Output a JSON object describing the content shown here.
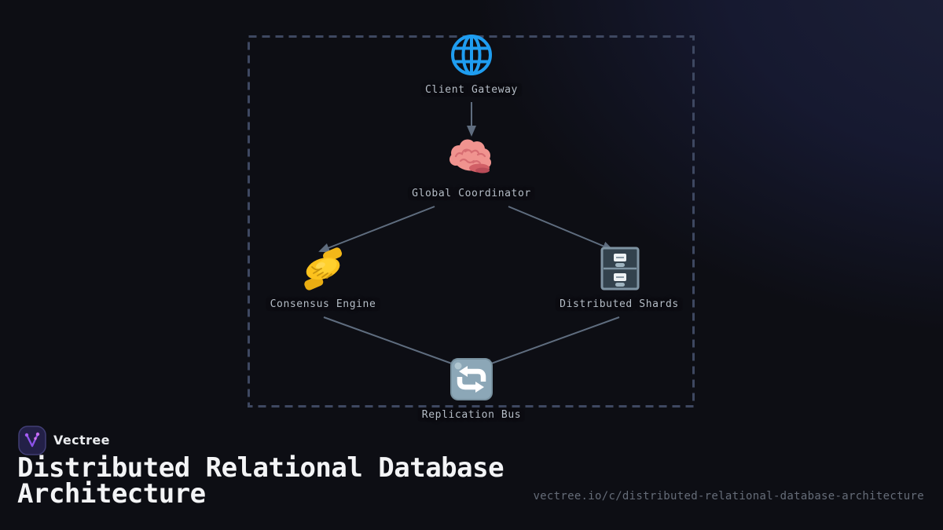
{
  "brand": {
    "name": "Vectree"
  },
  "header": {
    "title": "Distributed Relational Database Architecture",
    "url": "vectree.io/c/distributed-relational-database-architecture"
  },
  "diagram": {
    "nodes": [
      {
        "id": "client-gateway",
        "label": "Client Gateway",
        "icon": "globe-icon"
      },
      {
        "id": "global-coordinator",
        "label": "Global Coordinator",
        "icon": "brain-icon"
      },
      {
        "id": "consensus-engine",
        "label": "Consensus Engine",
        "icon": "handshake-icon"
      },
      {
        "id": "distributed-shards",
        "label": "Distributed Shards",
        "icon": "file-cabinet-icon"
      },
      {
        "id": "replication-bus",
        "label": "Replication Bus",
        "icon": "counterclockwise-arrows-icon"
      }
    ],
    "edges": [
      {
        "from": "client-gateway",
        "to": "global-coordinator"
      },
      {
        "from": "global-coordinator",
        "to": "consensus-engine"
      },
      {
        "from": "global-coordinator",
        "to": "distributed-shards"
      },
      {
        "from": "consensus-engine",
        "to": "replication-bus"
      },
      {
        "from": "distributed-shards",
        "to": "replication-bus"
      }
    ]
  },
  "colors": {
    "background": "#0d0e14",
    "navy_glow": "#1c2038",
    "dashed_border": "#3e4861",
    "connector": "#5f6d7f",
    "node_label": "#b6bec8",
    "title_text": "#f3f4f6",
    "url_text": "#656c78",
    "logo_purple": "#8b52e8",
    "globe_blue": "#1f9df0",
    "brain_pink": "#f0938f",
    "handshake_gold": "#fcc21d",
    "cabinet_slate": "#7e93a2",
    "repeat_steel": "#8ca7b7"
  }
}
